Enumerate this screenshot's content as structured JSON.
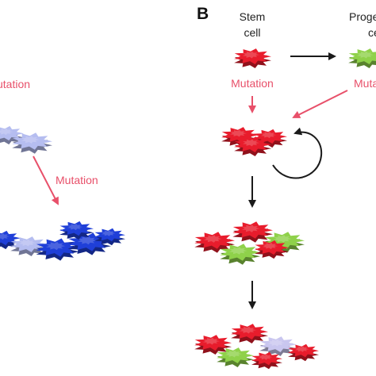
{
  "panel_b": {
    "letter": "B",
    "stem_line1": "Stem",
    "stem_line2": "cell",
    "progenitor_line1": "Progen",
    "progenitor_line2": "ce",
    "mutation_left": "Mutation",
    "mutation_right": "Muta"
  },
  "panel_a": {
    "mutation_top": "utation",
    "mutation_mid": "Mutation"
  },
  "colors": {
    "mutation_text": "#e8506a",
    "mutation_arrow": "#e8506a",
    "red_cell": "#e81c2c",
    "green_cell": "#8fd14a",
    "blue_cell": "#1f3fd8",
    "lightblue_cell": "#b5bdf0",
    "lavender_cell": "#c9c6ef",
    "black_arrow": "#1a1a1a"
  },
  "icons": [
    "star-cell-icon",
    "arrow-icon",
    "self-renewal-loop-icon"
  ]
}
